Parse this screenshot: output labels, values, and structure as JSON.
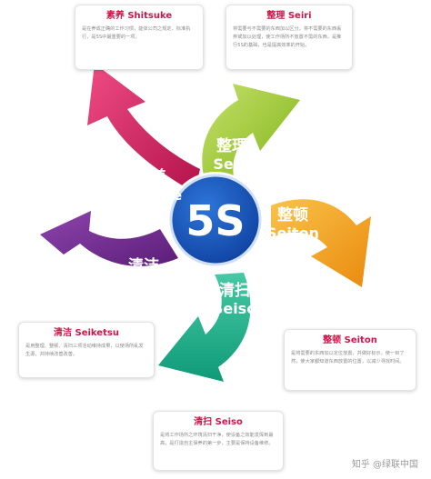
{
  "center": {
    "label": "5S"
  },
  "petals": [
    {
      "key": "seiri",
      "cn": "整理",
      "en": "Seiri",
      "color": "#8fc11f"
    },
    {
      "key": "seiton",
      "cn": "整顿",
      "en": "Seiton",
      "color": "#f3a21a"
    },
    {
      "key": "seiso",
      "cn": "清扫",
      "en": "Seiso",
      "color": "#1fb38c"
    },
    {
      "key": "seiketsu",
      "cn": "清洁",
      "en": "Seiketsu",
      "color": "#6e2a8c"
    },
    {
      "key": "shitsuke",
      "cn": "素养",
      "en": "Shitsuke",
      "color": "#cc1f5a"
    }
  ],
  "cards": {
    "shitsuke": {
      "title": "素养 Shitsuke",
      "title_color": "#c9184a",
      "body": "是在养成正确的工作习惯，能体公司之规定、标准执行，是5S中最重要的一项。"
    },
    "seiri": {
      "title": "整理 Seiri",
      "title_color": "#c9184a",
      "body": "将需要与不需要的东西加以区分，将不需要的东西丢弃或加以处理，使工作场所不放置不需的东西，是推行5S的基础，也是提高效率的开始。"
    },
    "seiketsu": {
      "title": "清洁 Seiketsu",
      "title_color": "#c9184a",
      "body": "是用整理、整顿、清扫三项活动维持成果，以使场所乱发生源，并持续改善改善。"
    },
    "seiton": {
      "title": "整顿 Seiton",
      "title_color": "#c9184a",
      "body": "是将需要的东西加以定位放置，并做好标示，使一目了然，使大家都知道东西放置的位置，以减少寻找时间。"
    },
    "seiso": {
      "title": "清扫 Seiso",
      "title_color": "#c9184a",
      "body": "是将工作场所之环境清扫干净，使设备之效能发挥到最高，是打造自主保养的第一步，主要是保持设备维修。"
    }
  },
  "watermark": "知乎 @绿联中国"
}
